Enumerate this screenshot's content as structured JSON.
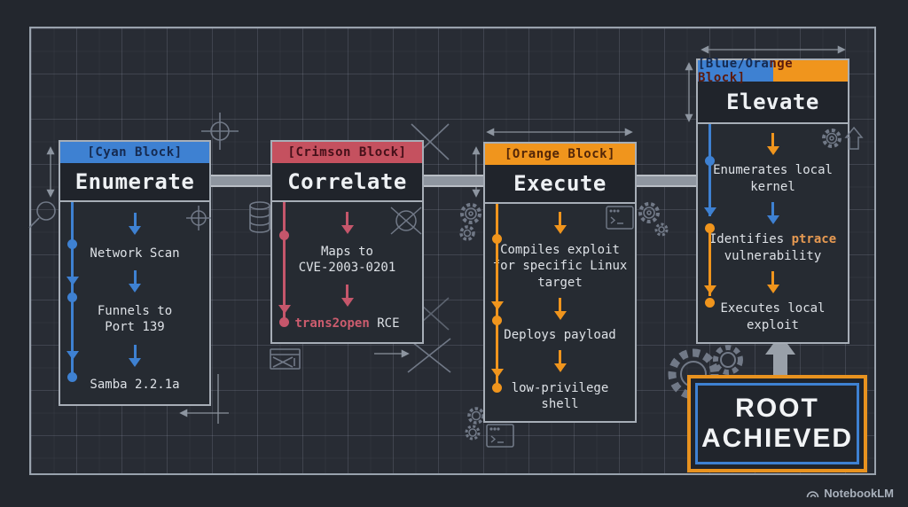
{
  "blocks": [
    {
      "tag": "[Cyan Block]",
      "title": "Enumerate",
      "items": [
        {
          "text": "Network Scan"
        },
        {
          "text": "Funnels to\nPort 139"
        },
        {
          "text": "Samba 2.2.1a"
        }
      ]
    },
    {
      "tag": "[Crimson Block]",
      "title": "Correlate",
      "items": [
        {
          "text": "Maps to\nCVE-2003-0201"
        },
        {
          "prefix": "",
          "highlight": "trans2open",
          "suffix": " RCE"
        }
      ]
    },
    {
      "tag": "[Orange Block]",
      "title": "Execute",
      "items": [
        {
          "text": "Compiles exploit\nfor specific Linux\ntarget"
        },
        {
          "text": "Deploys payload"
        },
        {
          "text": "low-privilege\nshell"
        }
      ]
    },
    {
      "tag_left": "[Blue/Ora",
      "tag_right": "nge Block]",
      "title": "Elevate",
      "items": [
        {
          "text": "Enumerates local\nkernel"
        },
        {
          "prefix": "Identifies ",
          "highlight": "ptrace",
          "suffix": "\nvulnerability"
        },
        {
          "text": "Executes local\nexploit"
        }
      ]
    }
  ],
  "result_box": {
    "line1": "ROOT",
    "line2": "ACHIEVED"
  },
  "watermark": {
    "label": "NotebookLM"
  },
  "colors": {
    "cyan_block": "#3e81d2",
    "crimson_block": "#c5515f",
    "orange_block": "#f0951d",
    "highlight_crimson": "#cc5c6e",
    "highlight_orange": "#e79a52",
    "root_border_outer": "#e8921f",
    "root_border_inner": "#3e81d2",
    "background": "#282c34"
  },
  "icons": {
    "magnifier-icon": "🔍",
    "crosshair-icon": "⌖",
    "database-icon": "⛁",
    "gear-icon": "⚙",
    "terminal-icon": ">_",
    "x-mark-icon": "✕",
    "crossed-circle-icon": "⊘",
    "up-arrow-icon": "⇧",
    "image-frame-icon": "🖼"
  }
}
